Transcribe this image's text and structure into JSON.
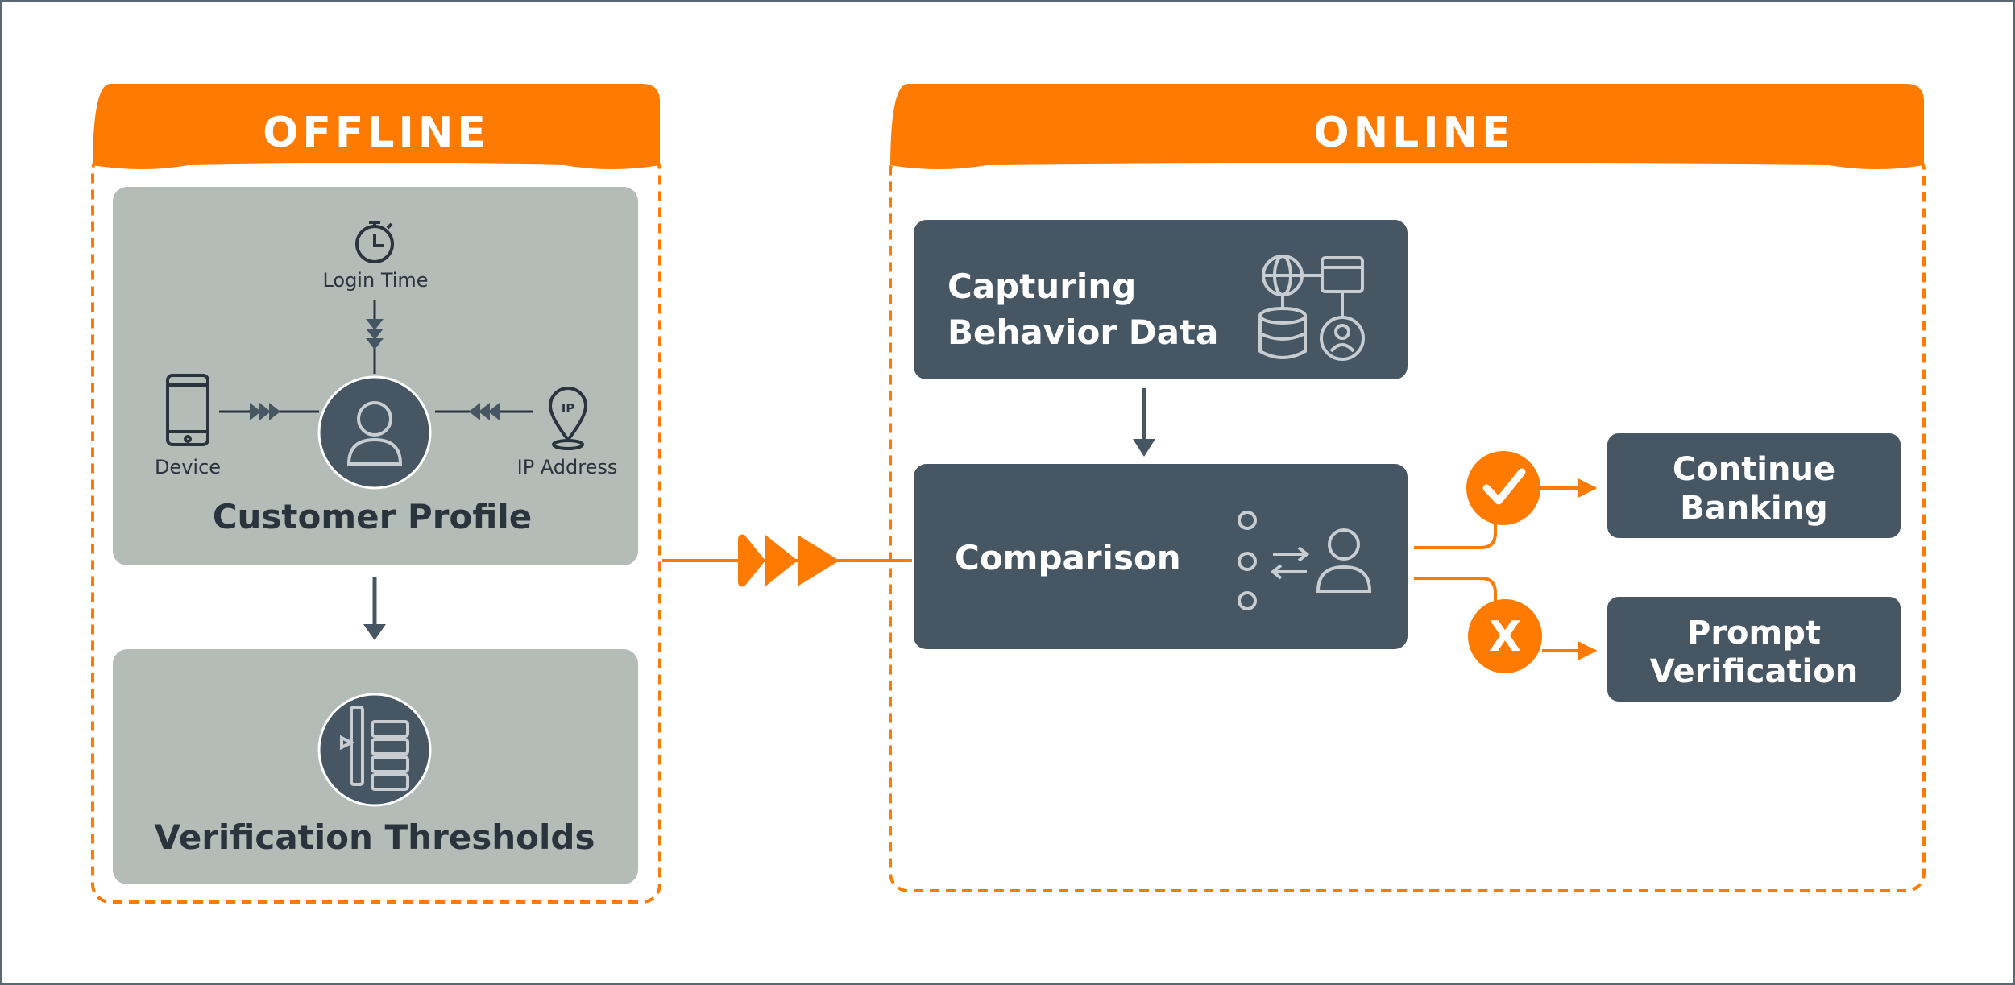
{
  "offline": {
    "title": "OFFLINE",
    "profile": {
      "title": "Customer Profile",
      "login_time": "Login Time",
      "device": "Device",
      "ip_address": "IP Address",
      "ip_badge": "IP"
    },
    "thresholds": {
      "title": "Verification Thresholds"
    }
  },
  "online": {
    "title": "ONLINE",
    "capturing": {
      "line1": "Capturing",
      "line2": "Behavior Data"
    },
    "comparison": {
      "title": "Comparison"
    },
    "outcomes": {
      "success": {
        "line1": "Continue",
        "line2": "Banking",
        "badge": "check-icon"
      },
      "failure": {
        "line1": "Prompt",
        "line2": "Verification",
        "badge_text": "X"
      }
    }
  },
  "colors": {
    "orange": "#FF7A00",
    "dark": "#475663",
    "gray_panel": "#B4BCB8",
    "icon_light": "#C8CDD2",
    "text_dark": "#2A343D"
  }
}
